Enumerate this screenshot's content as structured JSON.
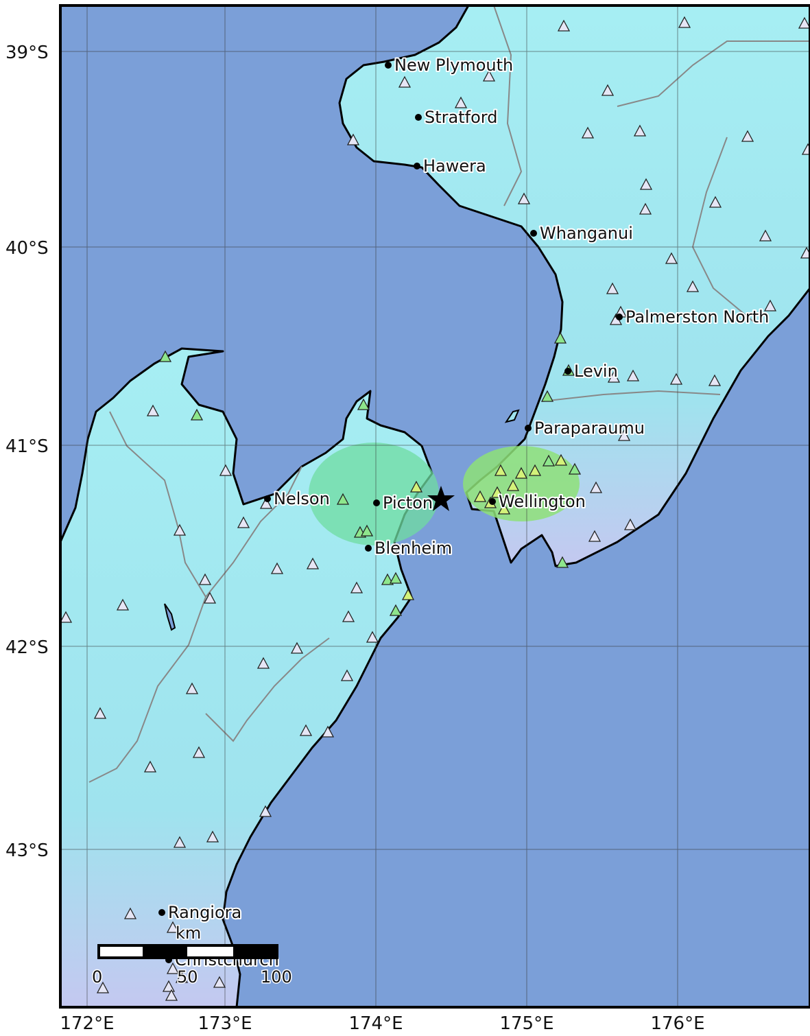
{
  "map": {
    "latitude_labels": [
      "39°S",
      "40°S",
      "41°S",
      "42°S",
      "43°S"
    ],
    "longitude_labels": [
      "172°E",
      "173°E",
      "174°E",
      "175°E",
      "176°E"
    ],
    "cities": [
      {
        "name": "New Plymouth"
      },
      {
        "name": "Stratford"
      },
      {
        "name": "Hawera"
      },
      {
        "name": "Whanganui"
      },
      {
        "name": "Palmerston North"
      },
      {
        "name": "Levin"
      },
      {
        "name": "Paraparaumu"
      },
      {
        "name": "Wellington"
      },
      {
        "name": "Nelson"
      },
      {
        "name": "Picton"
      },
      {
        "name": "Blenheim"
      },
      {
        "name": "Rangiora"
      },
      {
        "name": "Christchurch"
      }
    ],
    "scale_bar": {
      "unit": "km",
      "tick_start": "0",
      "tick_mid": "50",
      "tick_end": "100"
    },
    "epicenter": {
      "symbol": "star"
    },
    "colors": {
      "ocean": "#7b9fd8",
      "land_low": "#9fe8ec",
      "land_moderate": "#6fdc9a",
      "land_strong": "#a8e66a",
      "station_default": "#e6e6f5",
      "station_moderate": "#8ee68c",
      "station_strong": "#d4f27a",
      "border": "#888888",
      "coast": "#000000"
    }
  }
}
